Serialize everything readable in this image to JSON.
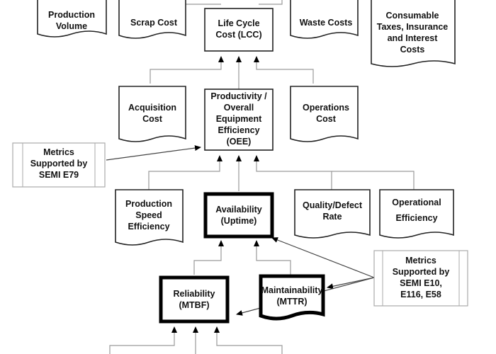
{
  "nodes": {
    "production_volume": [
      "Production",
      "Volume"
    ],
    "scrap_cost": [
      "Scrap Cost"
    ],
    "lcc": [
      "Life Cycle",
      "Cost (LCC)"
    ],
    "waste_costs": [
      "Waste Costs"
    ],
    "consumable": [
      "Consumable",
      "Taxes, Insurance",
      "and Interest",
      "Costs"
    ],
    "acquisition": [
      "Acquisition",
      "Cost"
    ],
    "oee": [
      "Productivity /",
      "Overall",
      "Equipment",
      "Efficiency",
      "(OEE)"
    ],
    "operations": [
      "Operations",
      "Cost"
    ],
    "production_speed": [
      "Production",
      "Speed",
      "Efficiency"
    ],
    "availability": [
      "Availability",
      "(Uptime)"
    ],
    "quality": [
      "Quality/Defect",
      "Rate"
    ],
    "operational_eff": [
      "Operational",
      "Efficiency"
    ],
    "reliability": [
      "Reliability",
      "(MTBF)"
    ],
    "maintainability": [
      "Maintainability",
      "(MTTR)"
    ]
  },
  "callouts": {
    "semi_e79": [
      "Metrics",
      "Supported by",
      "SEMI E79"
    ],
    "semi_e10": [
      "Metrics",
      "Supported by",
      "SEMI E10,",
      "E116, E58"
    ]
  },
  "colors": {
    "stroke": "#222222",
    "connector": "#9a9a9a",
    "background": "#ffffff"
  }
}
